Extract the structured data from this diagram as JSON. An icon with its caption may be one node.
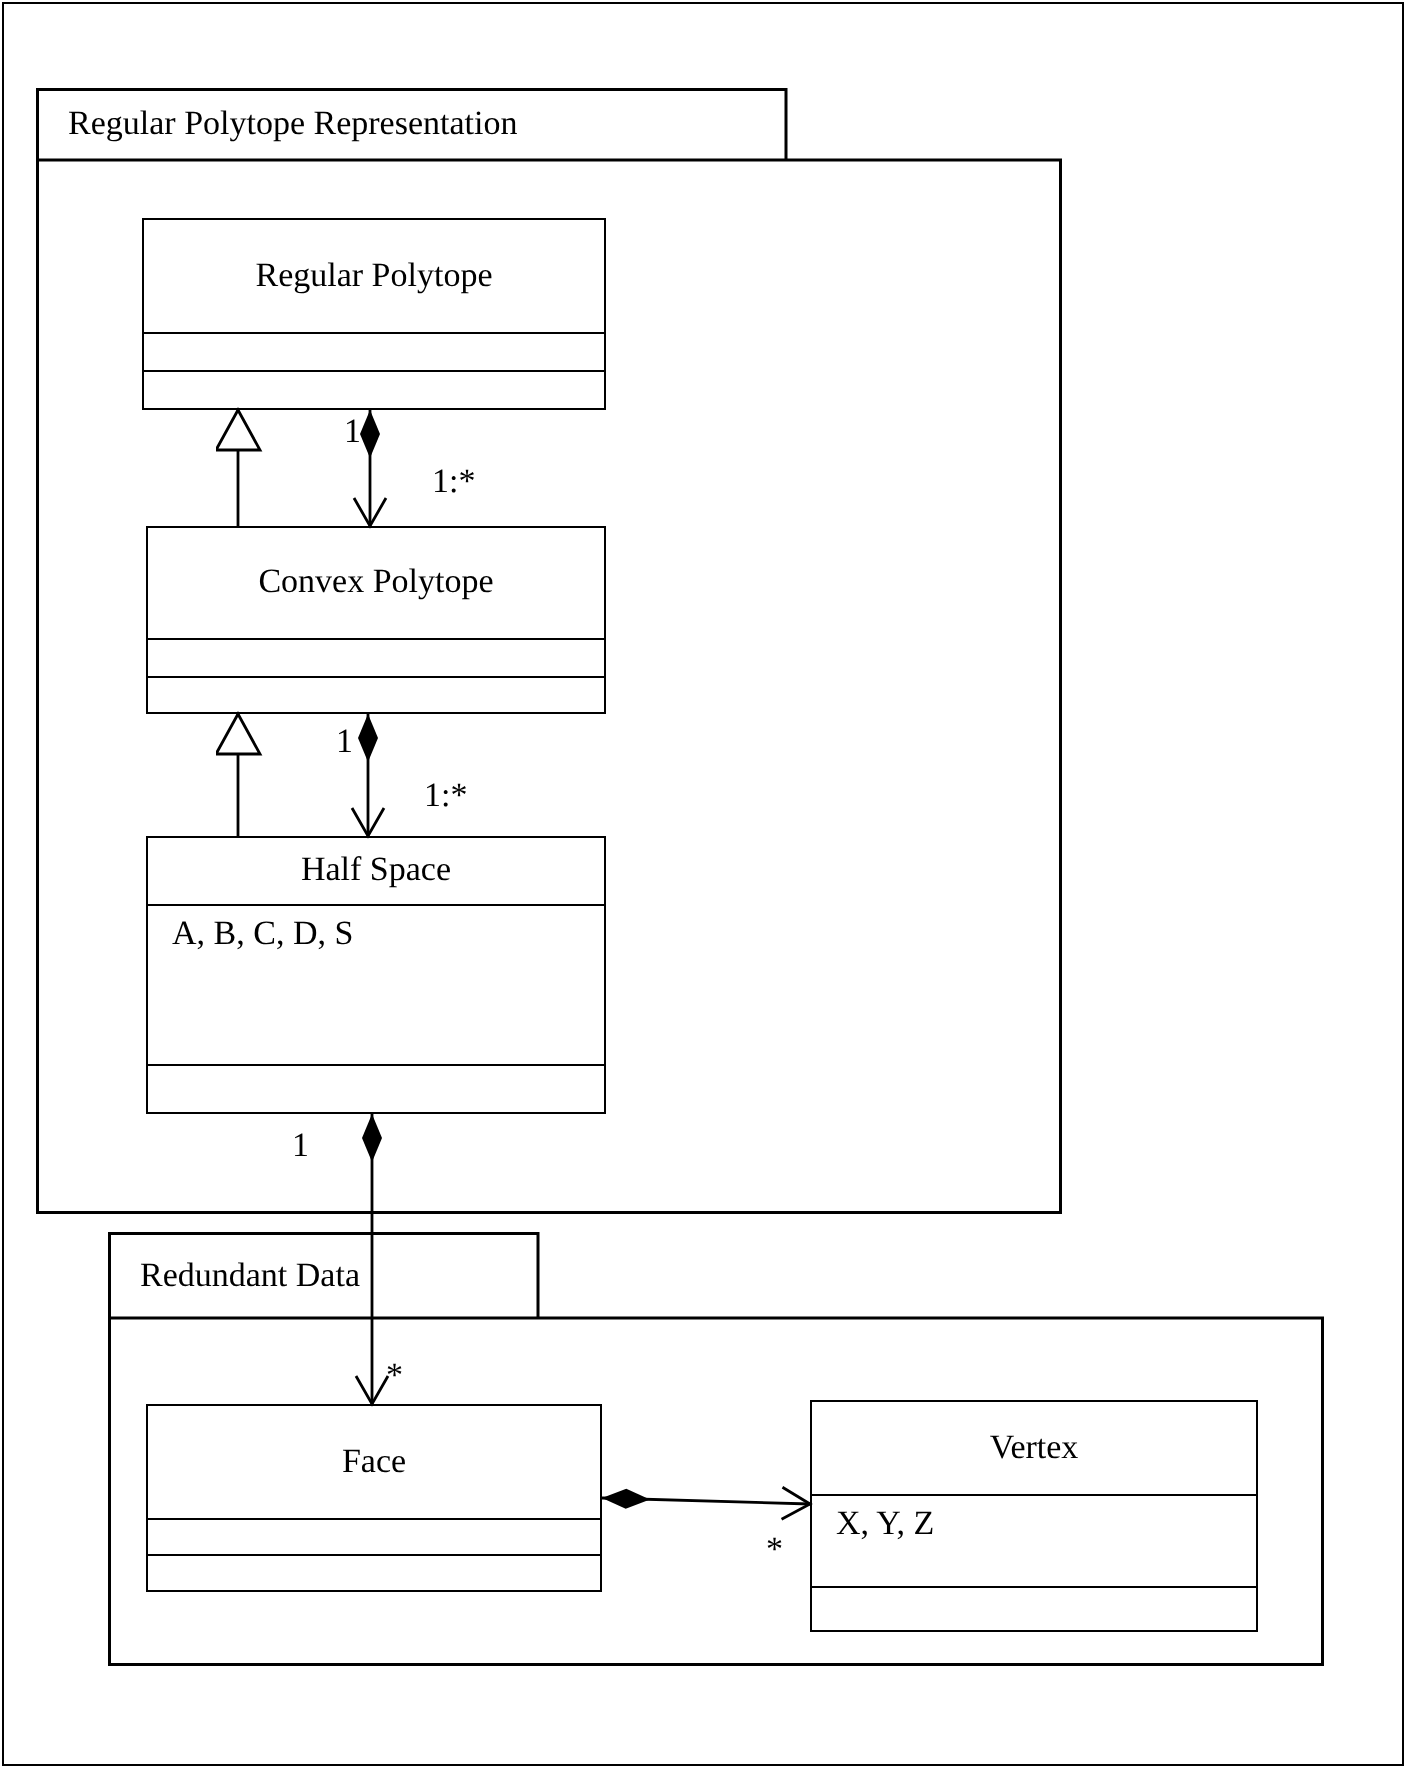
{
  "diagram": {
    "nodes": [
      {
        "text": [
          "Regular Polytope Representation"
        ]
      },
      {
        "text": [
          "Regular Polytope"
        ],
        "in": 0
      },
      {
        "text": [
          "Convex Polytope"
        ],
        "in": 0
      },
      {
        "text": [
          "Half Space",
          "A, B, C, D, S"
        ],
        "in": 0
      },
      {
        "text": [
          "Redundant Data"
        ]
      },
      {
        "text": [
          "Face"
        ],
        "in": 4
      },
      {
        "text": [
          "Vertex",
          "X, Y, Z"
        ],
        "in": 4
      }
    ],
    "edges": [
      {
        "from": 2,
        "to": 1,
        "arrow": "to"
      },
      {
        "from": 1,
        "to": 2,
        "arrow": "to"
      },
      {
        "from": 3,
        "to": 2,
        "arrow": "to"
      },
      {
        "from": 2,
        "to": 3,
        "arrow": "to"
      },
      {
        "from": 3,
        "to": 5,
        "arrow": "to"
      },
      {
        "from": 5,
        "to": 6,
        "arrow": "to"
      }
    ],
    "labels": [
      "1",
      "1:*",
      "1",
      "1:*",
      "1",
      "*",
      "*"
    ]
  }
}
